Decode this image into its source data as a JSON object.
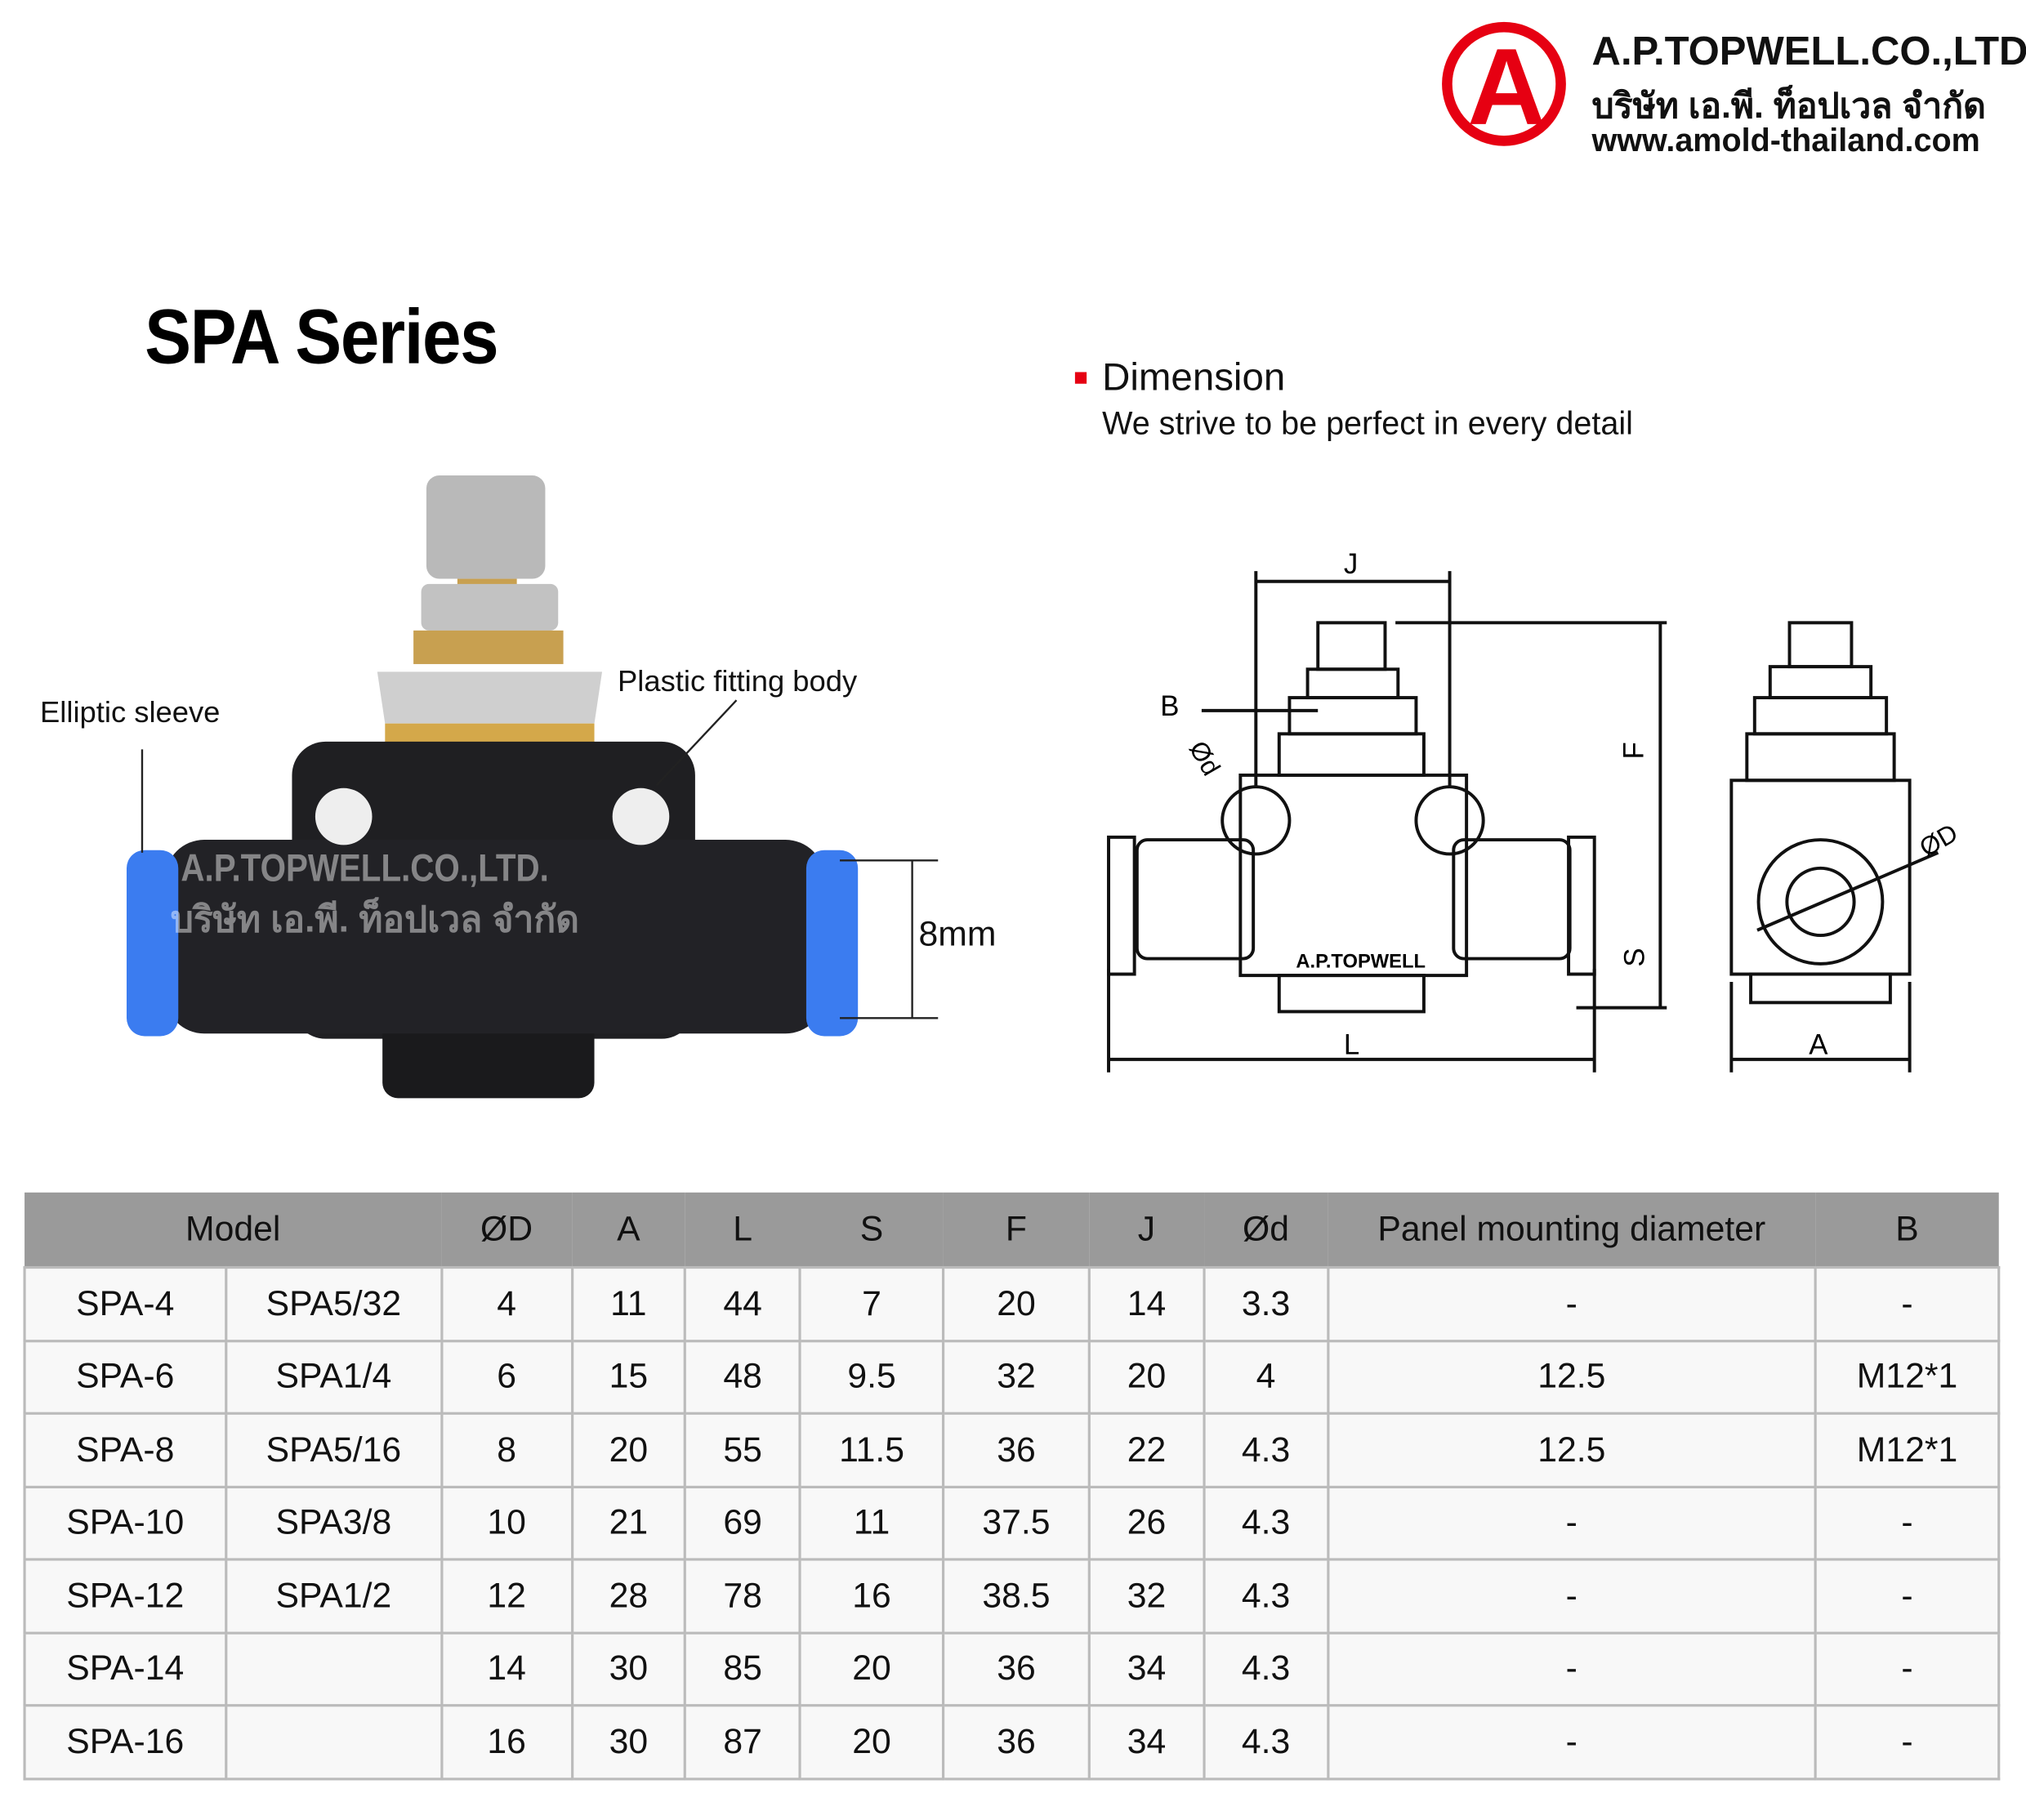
{
  "company": {
    "name_en": "A.P.TOPWELL.CO.,LTD.",
    "name_th": "บริษัท เอ.พี. ท็อปเวล จำกัด",
    "website": "www.amold-thailand.com",
    "logo_letter": "A",
    "brand_color": "#e60012"
  },
  "title": "SPA Series",
  "dimension": {
    "heading": "Dimension",
    "subheading": "We strive to be perfect in every detail"
  },
  "photo": {
    "callout_left": "Elliptic sleeve",
    "callout_right": "Plastic fitting body",
    "size_label": "8mm",
    "watermark_en": "A.P.TOPWELL.CO.,LTD.",
    "watermark_th": "บริษัท เอ.พี. ท็อปเวล จำกัด"
  },
  "drawing": {
    "labels": {
      "J": "J",
      "B": "B",
      "d": "Ød",
      "F": "F",
      "S": "S",
      "L": "L",
      "D": "ØD",
      "A": "A",
      "brand": "A.P.TOPWELL"
    }
  },
  "table": {
    "headers": [
      "Model",
      "ØD",
      "A",
      "L",
      "S",
      "F",
      "J",
      "Ød",
      "Panel mounting diameter",
      "B"
    ],
    "rows": [
      [
        "SPA-4",
        "SPA5/32",
        "4",
        "11",
        "44",
        "7",
        "20",
        "14",
        "3.3",
        "-",
        "-"
      ],
      [
        "SPA-6",
        "SPA1/4",
        "6",
        "15",
        "48",
        "9.5",
        "32",
        "20",
        "4",
        "12.5",
        "M12*1"
      ],
      [
        "SPA-8",
        "SPA5/16",
        "8",
        "20",
        "55",
        "11.5",
        "36",
        "22",
        "4.3",
        "12.5",
        "M12*1"
      ],
      [
        "SPA-10",
        "SPA3/8",
        "10",
        "21",
        "69",
        "11",
        "37.5",
        "26",
        "4.3",
        "-",
        "-"
      ],
      [
        "SPA-12",
        "SPA1/2",
        "12",
        "28",
        "78",
        "16",
        "38.5",
        "32",
        "4.3",
        "-",
        "-"
      ],
      [
        "SPA-14",
        "",
        "14",
        "30",
        "85",
        "20",
        "36",
        "34",
        "4.3",
        "-",
        "-"
      ],
      [
        "SPA-16",
        "",
        "16",
        "30",
        "87",
        "20",
        "36",
        "34",
        "4.3",
        "-",
        "-"
      ]
    ]
  }
}
